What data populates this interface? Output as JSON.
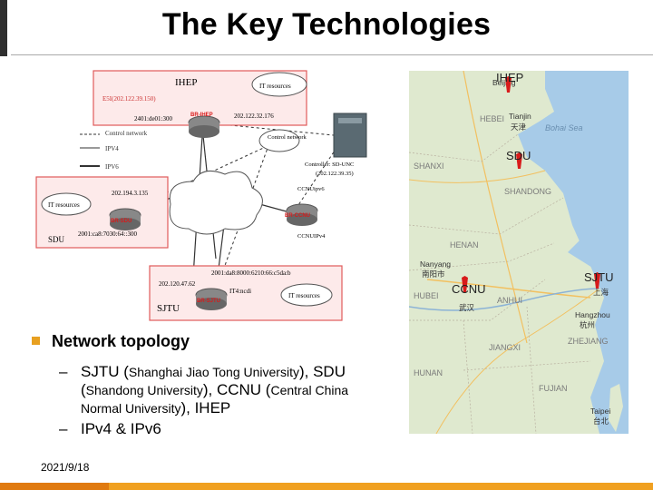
{
  "slide": {
    "title": "The Key Technologies",
    "date": "2021/9/18"
  },
  "topology": {
    "ihep_title": "IHEP",
    "ihep_ip4": "E5I(202.122.39.150)",
    "ihep_ip6": "2401:de01:300",
    "ihep_ip4b": "202.122.32.176",
    "ihep_router": "BR-IHEP",
    "it_resources": "IT resources",
    "control_network": "Control network",
    "controller": "Controller: SD-UNC",
    "controller_ip": "(202.122.39.35)",
    "legend_control": "Control network",
    "legend_ipv4": "IPV4",
    "legend_ipv6": "IPV6",
    "sdu_title": "SDU",
    "sdu_ip4": "202.194.3.135",
    "sdu_ip6": "2001:ca8:7030:64::300",
    "sdu_router": "BR-SDU",
    "ccnu_router": "BR-CCNU",
    "ccnu_ipv6": "CCNUipv6",
    "ccnu_ipv4": "CCNUIPv4",
    "sjtu_title": "SJTU",
    "sjtu_ip4": "202.120.47.62",
    "sjtu_ip6": "2001:da8:8000:6210:66:c5da:b",
    "sjtu_extra": "IT4:ncdi",
    "sjtu_router": "BR-SJTU"
  },
  "map": {
    "labels": {
      "beijing": "Beijing",
      "tianjin": "Tianjin",
      "tianjin_cn": "天津",
      "hebei": "HEBEI",
      "bohai": "Bohai Sea",
      "shanxi": "SHANXI",
      "shandong": "SHANDONG",
      "henan": "HENAN",
      "nanyang": "Nanyang",
      "nanyang_cn": "南阳市",
      "hubei": "HUBEI",
      "anhui": "ANHUI",
      "wuhan_cn": "武汉",
      "hangzhou": "Hangzhou",
      "hangzhou_cn": "杭州",
      "zhejiang": "ZHEJIANG",
      "jiangxi": "JIANGXI",
      "hunan": "HUNAN",
      "fujian": "FUJIAN",
      "taipei": "Taipei",
      "taipei_cn": "台北",
      "shanghai_cn": "上海"
    },
    "sites": {
      "ihep": "IHEP",
      "sdu": "SDU",
      "ccnu": "CCNU",
      "sjtu": "SJTU"
    },
    "pin_color": "#d81b1b"
  },
  "bullets": {
    "main": "Network topology",
    "sub1_dash": "–",
    "sub1_a": "SJTU (",
    "sub1_b": "Shanghai Jiao Tong University",
    "sub1_c": "), SDU",
    "sub1_d": "(",
    "sub1_e": "Shandong University",
    "sub1_f": "), CCNU (",
    "sub1_g": "Central China",
    "sub1_h": "Normal University",
    "sub1_i": "), IHEP",
    "sub2_dash": "–",
    "sub2": "IPv4 & IPv6"
  },
  "colors": {
    "accent": "#e8a020",
    "site_box": "#e05a5a",
    "router_label": "#d81b1b"
  }
}
